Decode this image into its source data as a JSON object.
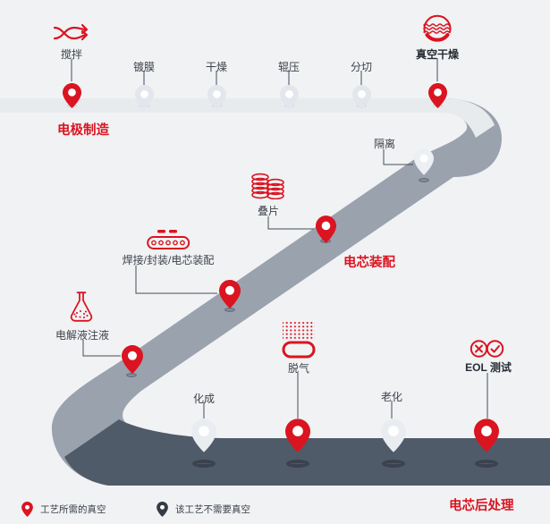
{
  "stations": [
    {
      "id": "mixing",
      "label": "搅拌",
      "vacuum": true
    },
    {
      "id": "coating",
      "label": "镀膜",
      "vacuum": false
    },
    {
      "id": "drying",
      "label": "干燥",
      "vacuum": false
    },
    {
      "id": "calendering",
      "label": "辊压",
      "vacuum": false
    },
    {
      "id": "slitting",
      "label": "分切",
      "vacuum": false
    },
    {
      "id": "vacuum-drying",
      "label": "真空干燥",
      "vacuum": true
    },
    {
      "id": "separation",
      "label": "隔离",
      "vacuum": false
    },
    {
      "id": "stacking",
      "label": "叠片",
      "vacuum": true
    },
    {
      "id": "weld-seal-assembly",
      "label": "焊接/封装/电芯装配",
      "vacuum": true
    },
    {
      "id": "electrolyte-fill",
      "label": "电解液注液",
      "vacuum": true
    },
    {
      "id": "formation",
      "label": "化成",
      "vacuum": false
    },
    {
      "id": "degassing",
      "label": "脱气",
      "vacuum": true
    },
    {
      "id": "aging",
      "label": "老化",
      "vacuum": false
    },
    {
      "id": "eol-test",
      "label": "EOL 测试",
      "vacuum": true
    }
  ],
  "sections": {
    "electrode": {
      "label": "电极制造"
    },
    "cell_assembly": {
      "label": "电芯装配"
    },
    "post_processing": {
      "label": "电芯后处理"
    }
  },
  "legend": {
    "vacuum_required": "工艺所需的真空",
    "vacuum_not_required": "该工艺不需要真空"
  },
  "colors": {
    "accent_red": "#da1420",
    "road_light": "#e8ebee",
    "road_mid": "#9aa2ae",
    "road_dark": "#505b69",
    "pin_gray": "#e3e7ed",
    "legend_pin_dark": "#343b44"
  }
}
